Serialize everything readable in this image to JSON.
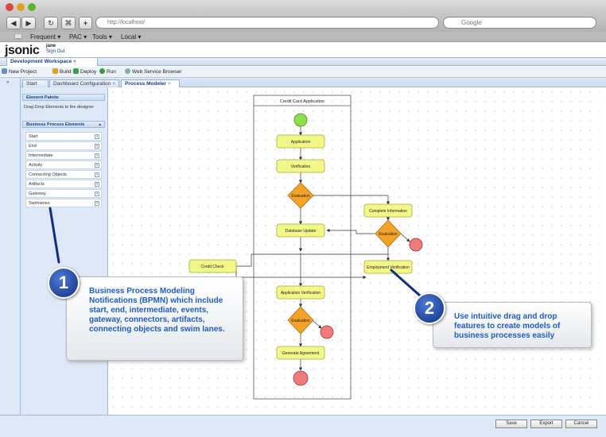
{
  "browser": {
    "url": "http://localhost/",
    "search_placeholder": "Google",
    "bookmarks": [
      "Frequent",
      "PAC",
      "Tools",
      "Local"
    ]
  },
  "app": {
    "logo": "jsonic",
    "user": "jane",
    "signout": "Sign Out",
    "workspace_tab": "Development Workspace",
    "toolbar": [
      "New Project",
      "Build",
      "Deploy",
      "Run",
      "Web Service Browser"
    ],
    "tabs": [
      "Start",
      "Dashboard Configuration",
      "Process Modeler"
    ]
  },
  "palette": {
    "title": "Element Palette",
    "hint": "Drag-Drop Elements to the designer",
    "group": "Business Process Elements",
    "items": [
      "Start",
      "End",
      "Intermediate",
      "Activity",
      "Connecting Objects",
      "Artifacts",
      "Gateway",
      "Swimlanes"
    ]
  },
  "diagram": {
    "lane_title": "Credit Card Application",
    "tasks": {
      "application": "Application",
      "verification": "Verification",
      "database_update": "Database Update",
      "complete_information": "Complete Information",
      "credit_check": "Credit Check",
      "employment_verification": "Employment Verification",
      "application_verification": "Application Verification",
      "generate_agreement": "Generate Agreement"
    },
    "gateway_label": "Evaluation"
  },
  "footer_buttons": {
    "save": "Save",
    "export": "Export",
    "cancel": "Cancel"
  },
  "callouts": {
    "one": {
      "number": "1",
      "text": "Business Process Modeling Notifications (BPMN) which include start, end, intermediate, events, gateway, connectors, artifacts, connecting objects and swim lanes."
    },
    "two": {
      "number": "2",
      "text": "Use intuitive drag and drop features to create models of business processes easily"
    }
  }
}
